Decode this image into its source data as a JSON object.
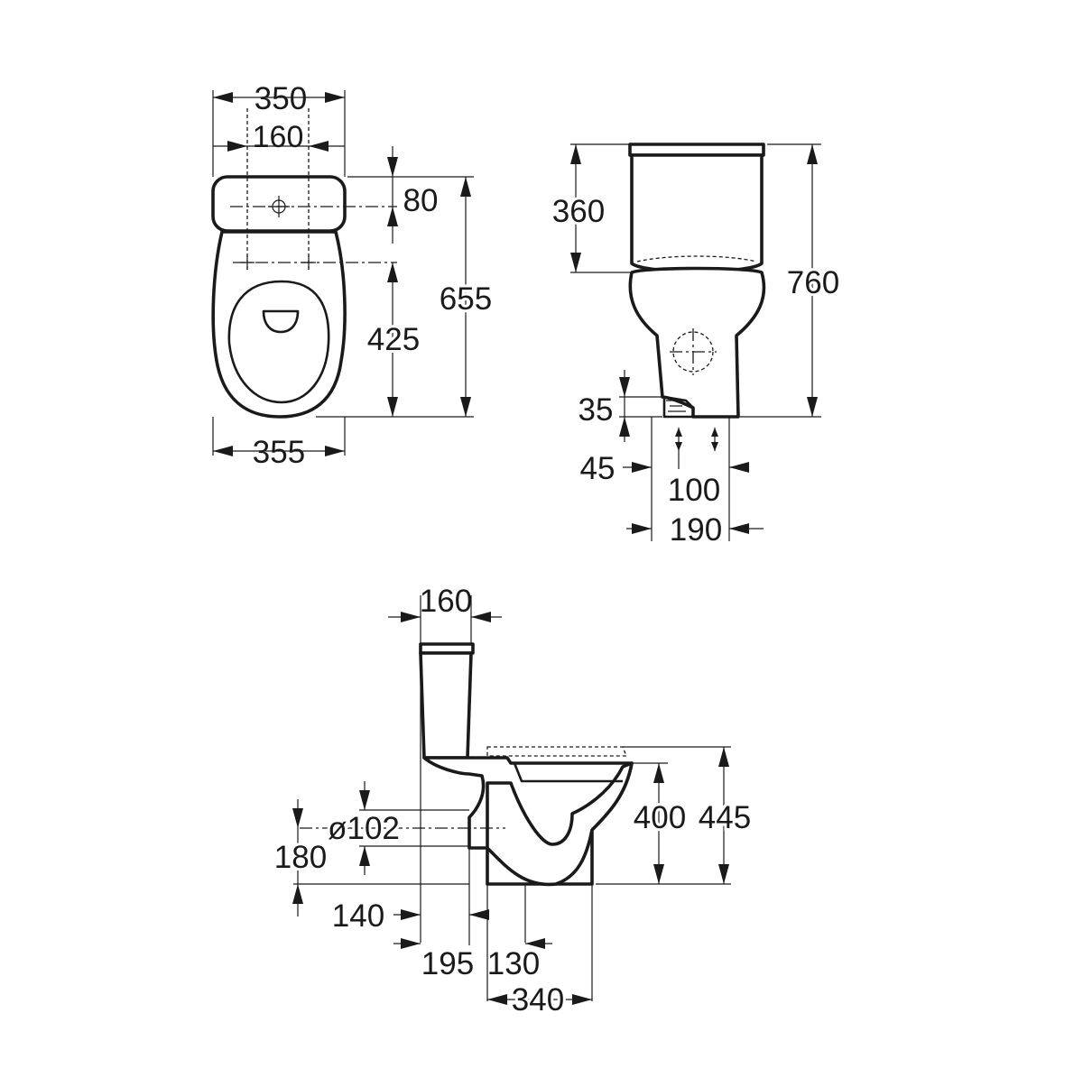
{
  "top_view": {
    "width_cistern": "350",
    "fixing_centres": "160",
    "cistern_depth": "80",
    "fixing_to_front": "425",
    "overall_depth": "655",
    "width_bowl": "355"
  },
  "front_view": {
    "cistern_height": "360",
    "overall_height": "760",
    "inlet_height": "35",
    "inlet_offset": "45",
    "fixing_spacing": "100",
    "base_width": "190"
  },
  "side_view": {
    "cistern_depth": "160",
    "outlet_diameter": "ø102",
    "outlet_height": "180",
    "wall_to_cistern": "140",
    "wall_to_outlet": "195",
    "outlet_to_fixing": "130",
    "pan_depth": "340",
    "rim_height": "400",
    "seat_height": "445"
  }
}
